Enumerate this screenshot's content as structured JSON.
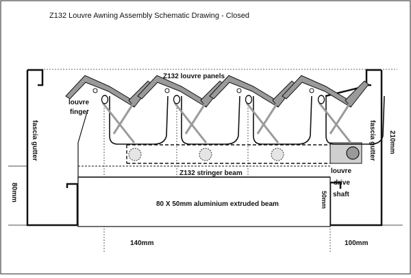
{
  "title": "Z132 Louvre Awning Assembly Schematic Drawing - Closed",
  "labels": {
    "louvre_panels": "Z132 louvre panels",
    "louvre_finger_1": "louvre",
    "louvre_finger_2": "finger",
    "fascia_left": "fascia gutter",
    "fascia_right": "fascia gutter",
    "stringer_beam": "Z132 stringer beam",
    "extruded_beam": "80 X 50mm aluminium extruded beam",
    "drive_shaft_1": "louvre",
    "drive_shaft_2": "drive",
    "drive_shaft_3": "shaft"
  },
  "dimensions": {
    "left_height": "80mm",
    "right_height": "210mm",
    "beam_height": "50mm",
    "bottom_left": "140mm",
    "bottom_right": "100mm"
  },
  "colors": {
    "line": "#111111",
    "louvre_fill": "#9a9a9a",
    "shaft_box": "#cfcfcf",
    "pivot_fill": "#e5e5e5"
  }
}
